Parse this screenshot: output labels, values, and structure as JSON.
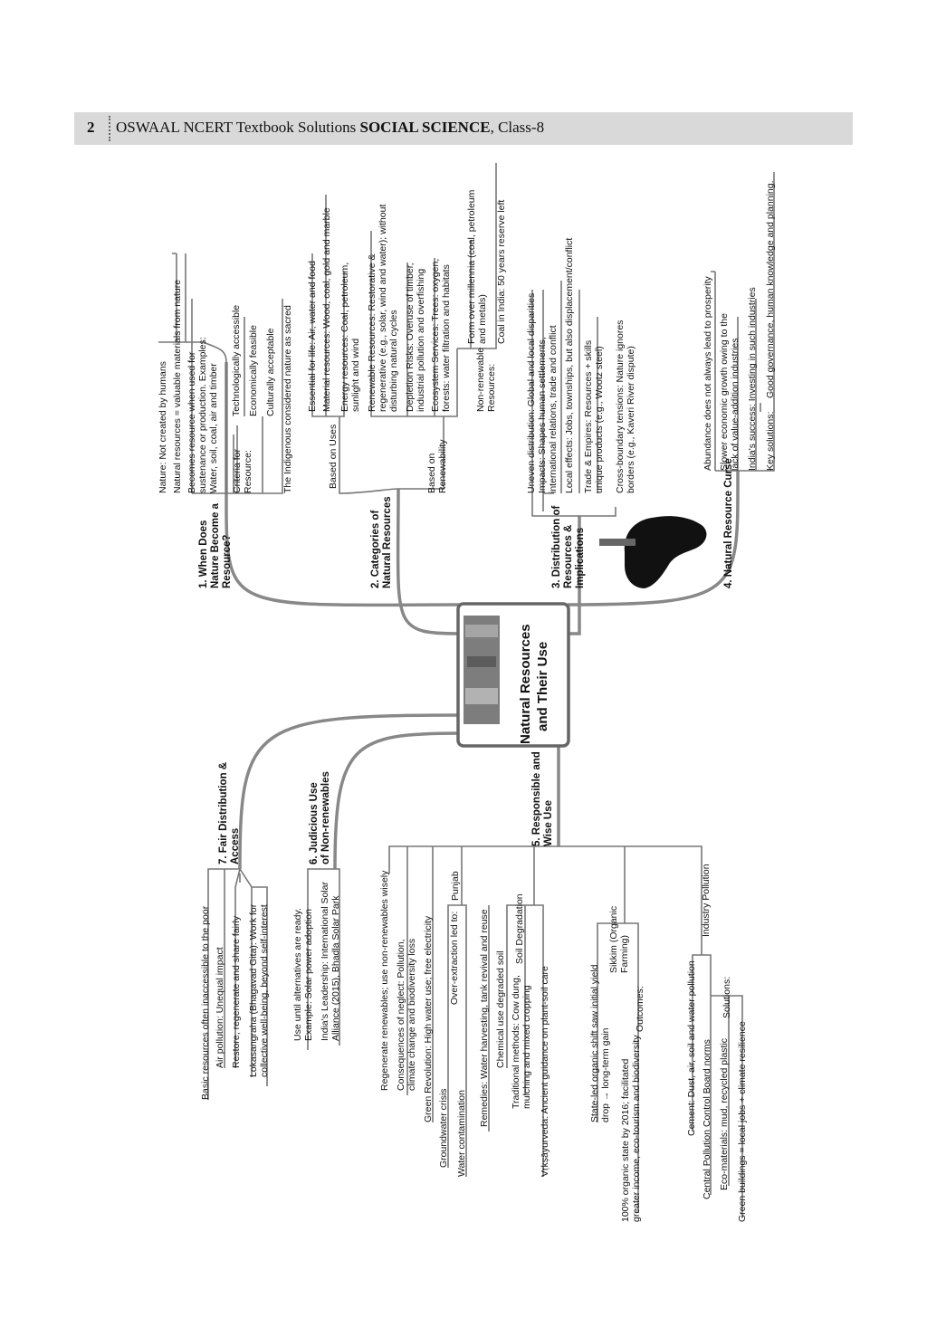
{
  "header": {
    "page_number": "2",
    "prefix": "OSWAAL NCERT Textbook Solutions ",
    "subject": "SOCIAL SCIENCE",
    "suffix": ", Class-8"
  },
  "center": {
    "line1": "Natural Resources",
    "line2": "and Their Use"
  },
  "branches": {
    "b1": {
      "l1": "1. When Does",
      "l2": "Nature Become a",
      "l3": "Resource?"
    },
    "b1_items": {
      "nature": "Nature: Not created by humans",
      "natres": "Natural resources = valuable materials from nature",
      "becomes1": "Becomes resource when used for",
      "becomes2": "sustenance or production. Examples:",
      "becomes3": "Water, soil, coal, air and timber",
      "crit1": "Criteria for",
      "crit2": "Resource:",
      "tech": "Technologically accessible",
      "econ": "Economically feasible",
      "cult": "Culturally acceptable",
      "indig": "The Indigenous considered nature as sacred"
    },
    "b2": {
      "l1": "2. Categories of",
      "l2": "Natural Resources"
    },
    "b2_items": {
      "uses": "Based on Uses",
      "essential": "Essential for life: Air, water and food",
      "material": "Material resources: Wood, coal, gold and marble",
      "energy1": "Energy resources: Coal, petroleum,",
      "energy2": "sunlight and wind",
      "renew_basis1": "Based on",
      "renew_basis2": "Renewability",
      "renew1": "Renewable Resources: Restorative &",
      "renew2": "regenerative (e.g., solar, wind and water); without",
      "renew3": "disturbing natural cycles",
      "deplete1": "Depletion Risks: Overuse of timber,",
      "deplete2": "industrial pollution and overfishing",
      "eco1": "Ecosystem Services: Trees: oxygen,",
      "eco2": "forests: water filtration and habitats",
      "nonren1": "Non-renewable",
      "nonren2": "Resources:",
      "form1": "Form over millennia (coal, petroleum",
      "form2": "and metals)",
      "coal": "Coal in India: 50 years reserve left"
    },
    "b3": {
      "l1": "3. Distribution of",
      "l2": "Resources &",
      "l3": "Implications"
    },
    "b3_items": {
      "uneven": "Uneven distribution: Global and local disparities",
      "impacts1": "Impacts: Shapes human settlements,",
      "impacts2": "international relations, trade and conflict",
      "local": "Local effects: Jobs, townships, but also displacement/conflict",
      "trade1": "Trade & Empires: Resources + skills",
      "trade2": "unique products (e.g., Wootz steel)",
      "cross1": "Cross-boundary tensions: Nature ignores",
      "cross2": "borders (e.g., Kaveri River dispute)"
    },
    "b4": {
      "l1": "4. Natural Resource Curse"
    },
    "b4_items": {
      "abund": "Abundance does not always lead to prosperity",
      "slow1": "Slower economic growth owing to the",
      "slow2": "lack of value-addition industries",
      "india": "India's success: Investing in such industries",
      "keylabel": "Key solutions:",
      "keyval": "Good governance, human knowledge and planning."
    },
    "b5": {
      "l1": "5. Responsible and",
      "l2": "Wise Use"
    },
    "b5_items": {
      "regen": "Regenerate renewables; use non-renewables wisely",
      "conseq1": "Consequences of neglect: Pollution,",
      "conseq2": "climate change and biodiversity loss",
      "green": "Green Revolution: High water use; free electricity",
      "punjab": "Punjab",
      "over": "Over-extraction led to:",
      "gw": "Groundwater crisis",
      "wc": "Water contamination",
      "remedies": "Remedies: Water harvesting, tank revival and reuse",
      "soil": "Soil Degradation",
      "chem": "Chemical use degraded soil",
      "trad1": "Traditional methods: Cow dung,",
      "trad2": "mulching and mixed cropping",
      "vrk": "Vṛkṣāyurveda: Ancient guidance on plant-soil care",
      "sikkim1": "Sikkim (Organic",
      "sikkim2": "Farming)",
      "state1": "State-led organic shift saw initial yield",
      "state2": "drop → long-term gain",
      "outcomes": "Outcomes:",
      "org1": "100% organic state by 2016; facilitated",
      "org2": "greater income, eco-tourism and biodiversity",
      "industry": "Industry Pollution",
      "cement": "Cement: Dust, air, soil and water pollution",
      "cpcb": "Central Pollution Control Board norms",
      "solutions": "Solutions:",
      "ecomat": "Eco-materials: mud, recycled plastic",
      "gb": "Green buildings = local jobs + climate resilience"
    },
    "b6": {
      "l1": "6. Judicious Use",
      "l2": "of Non-renewables"
    },
    "b6_items": {
      "until1": "Use until alternatives are ready.",
      "until2": "Example: Solar power adoption",
      "lead1": "India's Leadership: International Solar",
      "lead2": "Alliance (2015), Bhadla Solar Park"
    },
    "b7": {
      "l1": "7. Fair Distribution &",
      "l2": "Access"
    },
    "b7_items": {
      "basic": "Basic resources often inaccessible to the poor",
      "air": "Air pollution: Unequal impact",
      "restore": "Restore, regenerate and share fairly",
      "loka1": "Lokasangraha (Bhagavad Gita): Work for",
      "loka2": "collective well-being, beyond self-interest"
    }
  }
}
